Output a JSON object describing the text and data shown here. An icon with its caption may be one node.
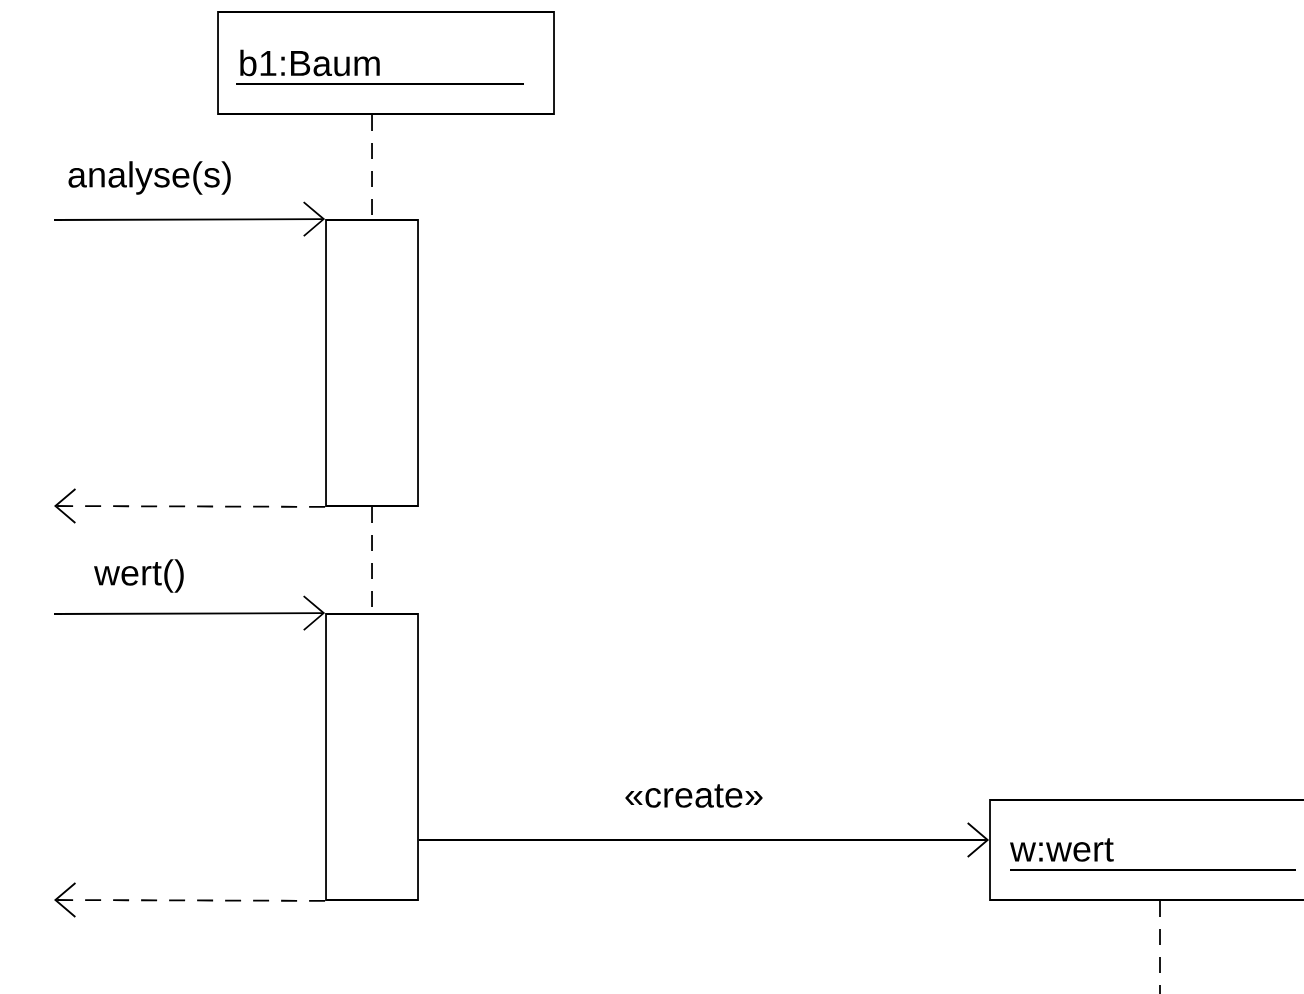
{
  "diagram": {
    "nodes": [
      {
        "text": [
          "b1:Baum"
        ]
      },
      {
        "text": [],
        "shape": "bar"
      },
      {
        "text": [],
        "shape": "bar"
      },
      {
        "text": [
          "w:wert"
        ]
      }
    ],
    "edges": [
      {
        "from": 0,
        "to": 1,
        "arrow": "none",
        "style": "dashed"
      },
      {
        "from": 1,
        "to": 2,
        "arrow": "none",
        "style": "dashed"
      },
      {
        "from": 3,
        "to": null,
        "arrow": "none",
        "style": "dashed"
      },
      {
        "from": null,
        "to": 1,
        "arrow": "to",
        "label": "analyse(s)"
      },
      {
        "from": 1,
        "to": null,
        "arrow": "to",
        "style": "dashed"
      },
      {
        "from": null,
        "to": 2,
        "arrow": "to",
        "label": "wert()"
      },
      {
        "from": 2,
        "to": 3,
        "arrow": "to",
        "label": "«create»"
      },
      {
        "from": 2,
        "to": null,
        "arrow": "to",
        "style": "dashed"
      }
    ]
  }
}
